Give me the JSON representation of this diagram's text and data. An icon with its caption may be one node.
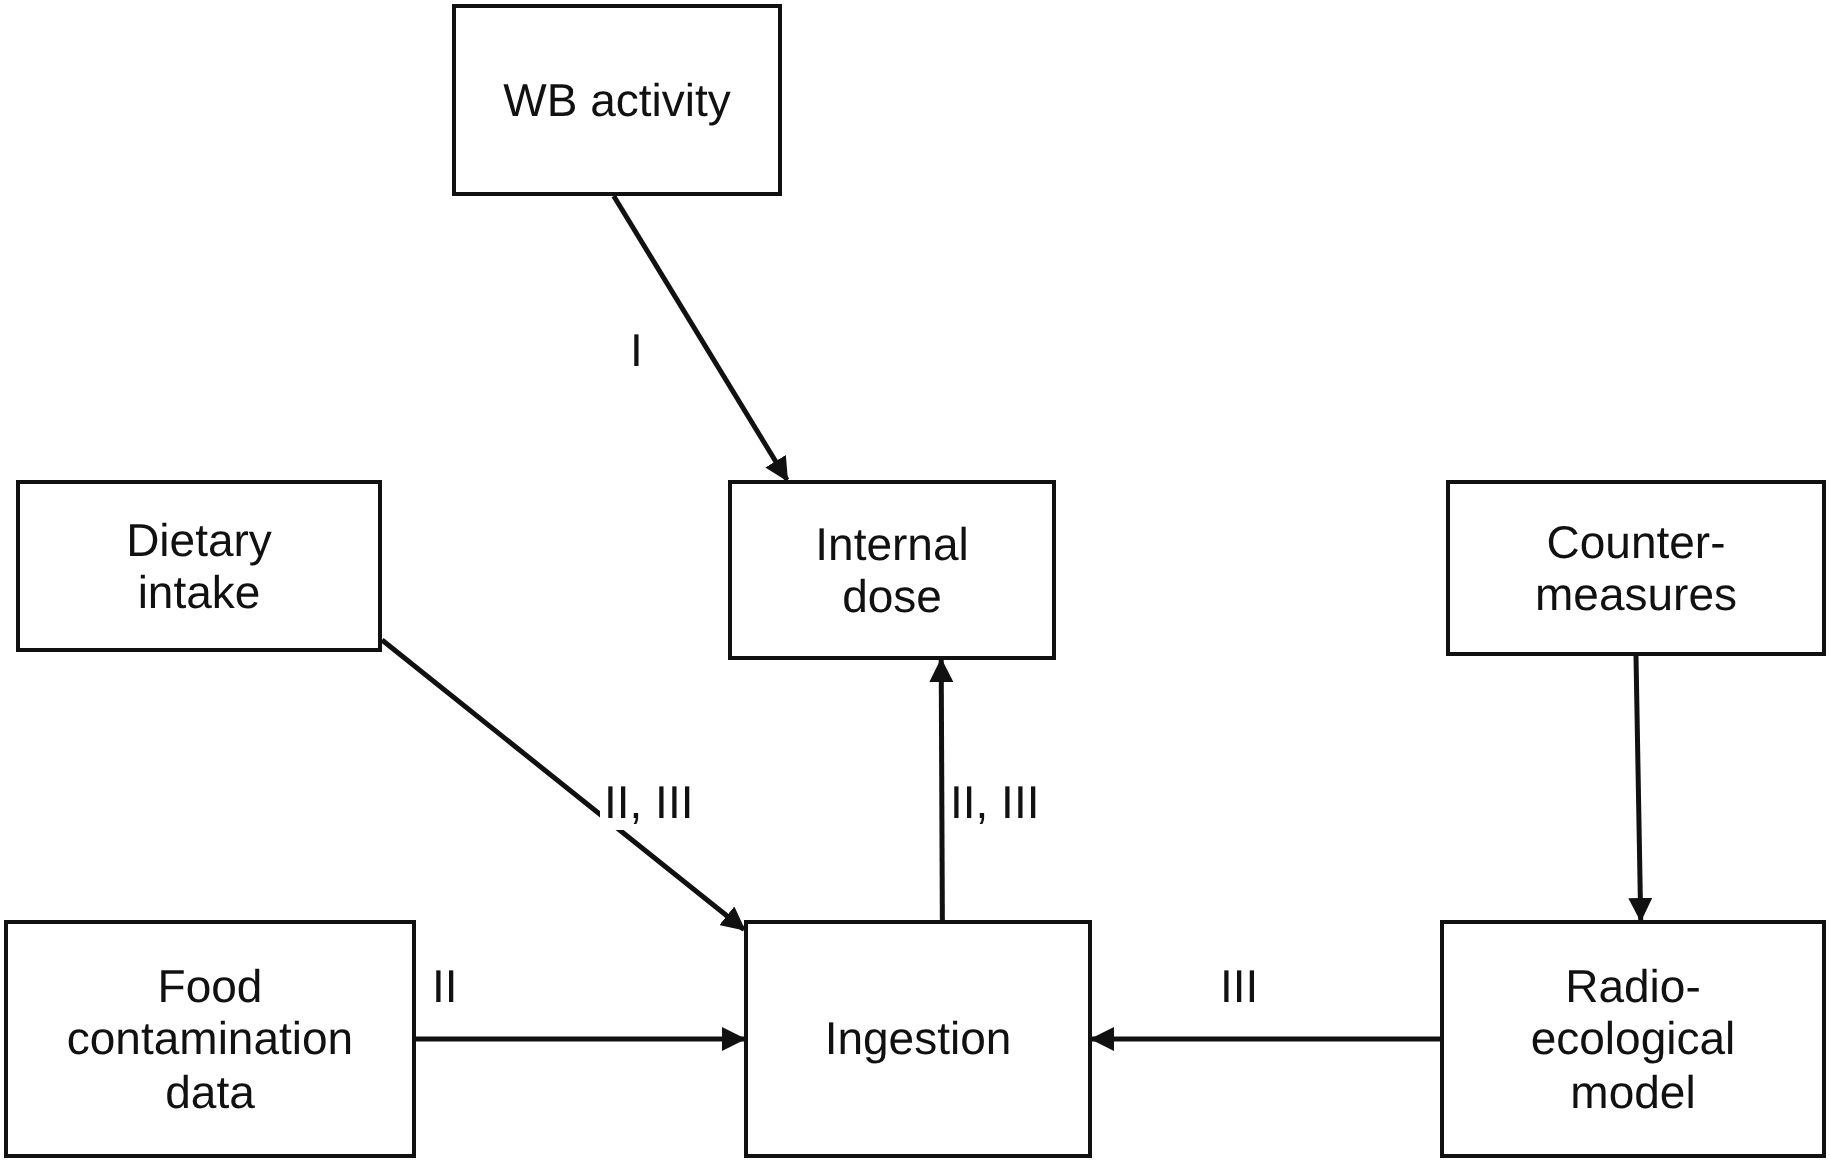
{
  "diagram": {
    "nodes": [
      {
        "text": [
          "WB activity"
        ]
      },
      {
        "text": [
          "Dietary intake"
        ]
      },
      {
        "text": [
          "Internal dose"
        ]
      },
      {
        "text": [
          "Counter-measures"
        ]
      },
      {
        "text": [
          "Food contamination data"
        ]
      },
      {
        "text": [
          "Ingestion"
        ]
      },
      {
        "text": [
          "Radio-ecological model"
        ]
      }
    ],
    "edges": [
      {
        "from": 0,
        "to": 2,
        "arrow": "to",
        "label": "I"
      },
      {
        "from": 1,
        "to": 5,
        "arrow": "to",
        "label": "II, III"
      },
      {
        "from": 5,
        "to": 2,
        "arrow": "to",
        "label": "II, III"
      },
      {
        "from": 3,
        "to": 6,
        "arrow": "to"
      },
      {
        "from": 4,
        "to": 5,
        "arrow": "to",
        "label": "II"
      },
      {
        "from": 6,
        "to": 5,
        "arrow": "to",
        "label": "III"
      }
    ]
  }
}
